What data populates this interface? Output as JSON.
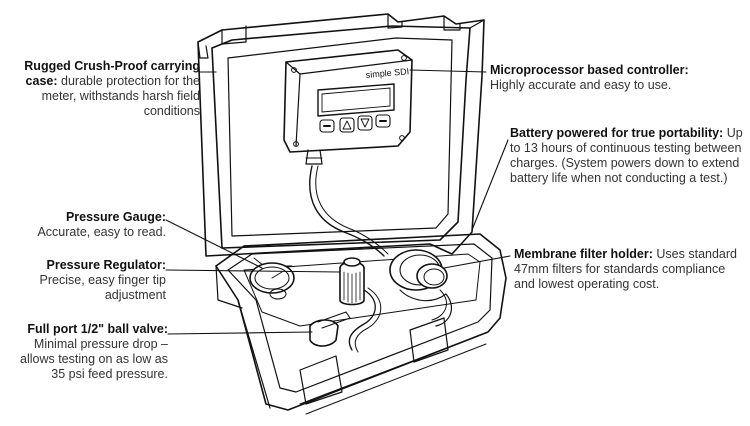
{
  "device": {
    "brand_label": "simple SDI"
  },
  "callouts": {
    "case": {
      "title": "Rugged Crush-Proof carrying case:",
      "body": "durable protection for the meter, withstands harsh field conditions"
    },
    "controller": {
      "title": "Microprocessor based controller:",
      "body": "Highly accurate and easy to use."
    },
    "battery": {
      "title": "Battery powered for true portability:",
      "body": "Up to 13 hours of continuous testing between charges. (System powers down to extend battery life when not conducting a test.)"
    },
    "gauge": {
      "title": "Pressure Gauge:",
      "body": "Accurate, easy to read."
    },
    "regulator": {
      "title": "Pressure Regulator:",
      "body": "Precise, easy finger tip adjustment"
    },
    "valve": {
      "title": "Full port 1/2\" ball valve:",
      "body": "Minimal pressure drop – allows testing on as low as 35 psi feed pressure."
    },
    "membrane": {
      "title": "Membrane filter holder:",
      "body": "Uses standard 47mm filters for standards compliance and lowest operating cost."
    }
  }
}
